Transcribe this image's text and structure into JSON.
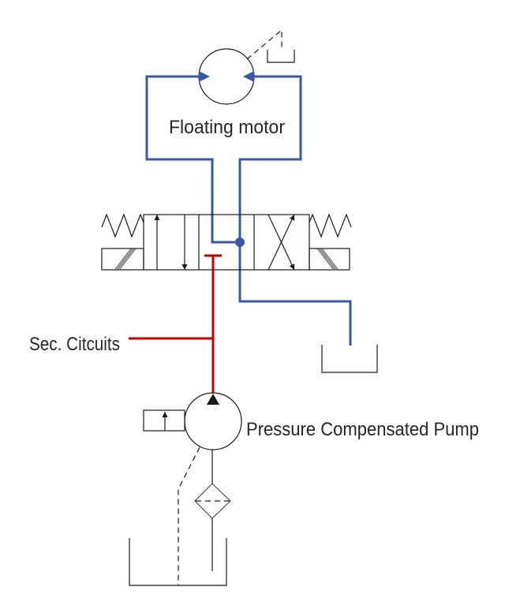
{
  "diagram": {
    "type": "hydraulic-schematic",
    "labels": {
      "motor": "Floating motor",
      "secondary_circuits": "Sec. Citcuits",
      "pump": "Pressure Compensated Pump"
    },
    "colors": {
      "pressure_line": "#c00000",
      "work_return_line": "#3a58a3",
      "symbol_stroke": "#1a1a1a",
      "text": "#262626"
    },
    "components": [
      {
        "id": "floating-motor",
        "kind": "bidirectional-hydraulic-motor",
        "label_key": "motor"
      },
      {
        "id": "motor-drain-tank",
        "kind": "tank"
      },
      {
        "id": "directional-valve",
        "kind": "4-way-3-position-solenoid-valve-spring-centered"
      },
      {
        "id": "return-tank",
        "kind": "tank"
      },
      {
        "id": "pump",
        "kind": "pressure-compensated-pump",
        "label_key": "pump"
      },
      {
        "id": "suction-filter",
        "kind": "filter"
      },
      {
        "id": "reservoir",
        "kind": "tank"
      }
    ],
    "connections": [
      {
        "from": "directional-valve",
        "to": "floating-motor",
        "line": "work_return_line"
      },
      {
        "from": "directional-valve",
        "to": "return-tank",
        "line": "work_return_line"
      },
      {
        "from": "pump",
        "to": "directional-valve",
        "line": "pressure_line"
      },
      {
        "from": "pump",
        "to": "secondary-circuits",
        "line": "pressure_line",
        "label_key": "secondary_circuits"
      },
      {
        "from": "reservoir",
        "to": "pump",
        "via": "suction-filter",
        "line": "symbol_stroke"
      },
      {
        "from": "pump",
        "to": "reservoir",
        "line": "drain-dashed"
      },
      {
        "from": "floating-motor",
        "to": "motor-drain-tank",
        "line": "drain-dashed"
      }
    ]
  }
}
